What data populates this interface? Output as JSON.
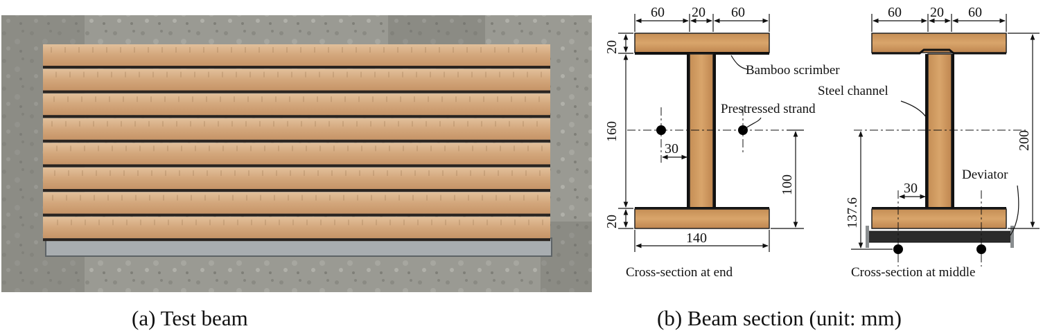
{
  "panel_a": {
    "caption": "(a) Test beam"
  },
  "panel_b": {
    "caption": "(b) Beam section (unit: mm)",
    "end_section": {
      "title": "Cross-section at end",
      "dim_top_left": "60",
      "dim_top_mid": "20",
      "dim_top_right": "60",
      "dim_flange_top": "20",
      "dim_web": "160",
      "dim_flange_bottom": "20",
      "dim_width": "140",
      "dim_strand_height": "100",
      "dim_strand_offset": "30",
      "label_bamboo": "Bamboo scrimber",
      "label_strand": "Prestressed strand"
    },
    "middle_section": {
      "title": "Cross-section at middle",
      "dim_top_left": "60",
      "dim_top_mid": "20",
      "dim_top_right": "60",
      "dim_total_height": "200",
      "dim_strand_height": "137.6",
      "dim_strand_offset": "30",
      "label_steel": "Steel channel",
      "label_deviator": "Deviator"
    },
    "colors": {
      "wood": "#c9935a",
      "wood_dark": "#a86f3a",
      "steel": "#111111"
    }
  }
}
